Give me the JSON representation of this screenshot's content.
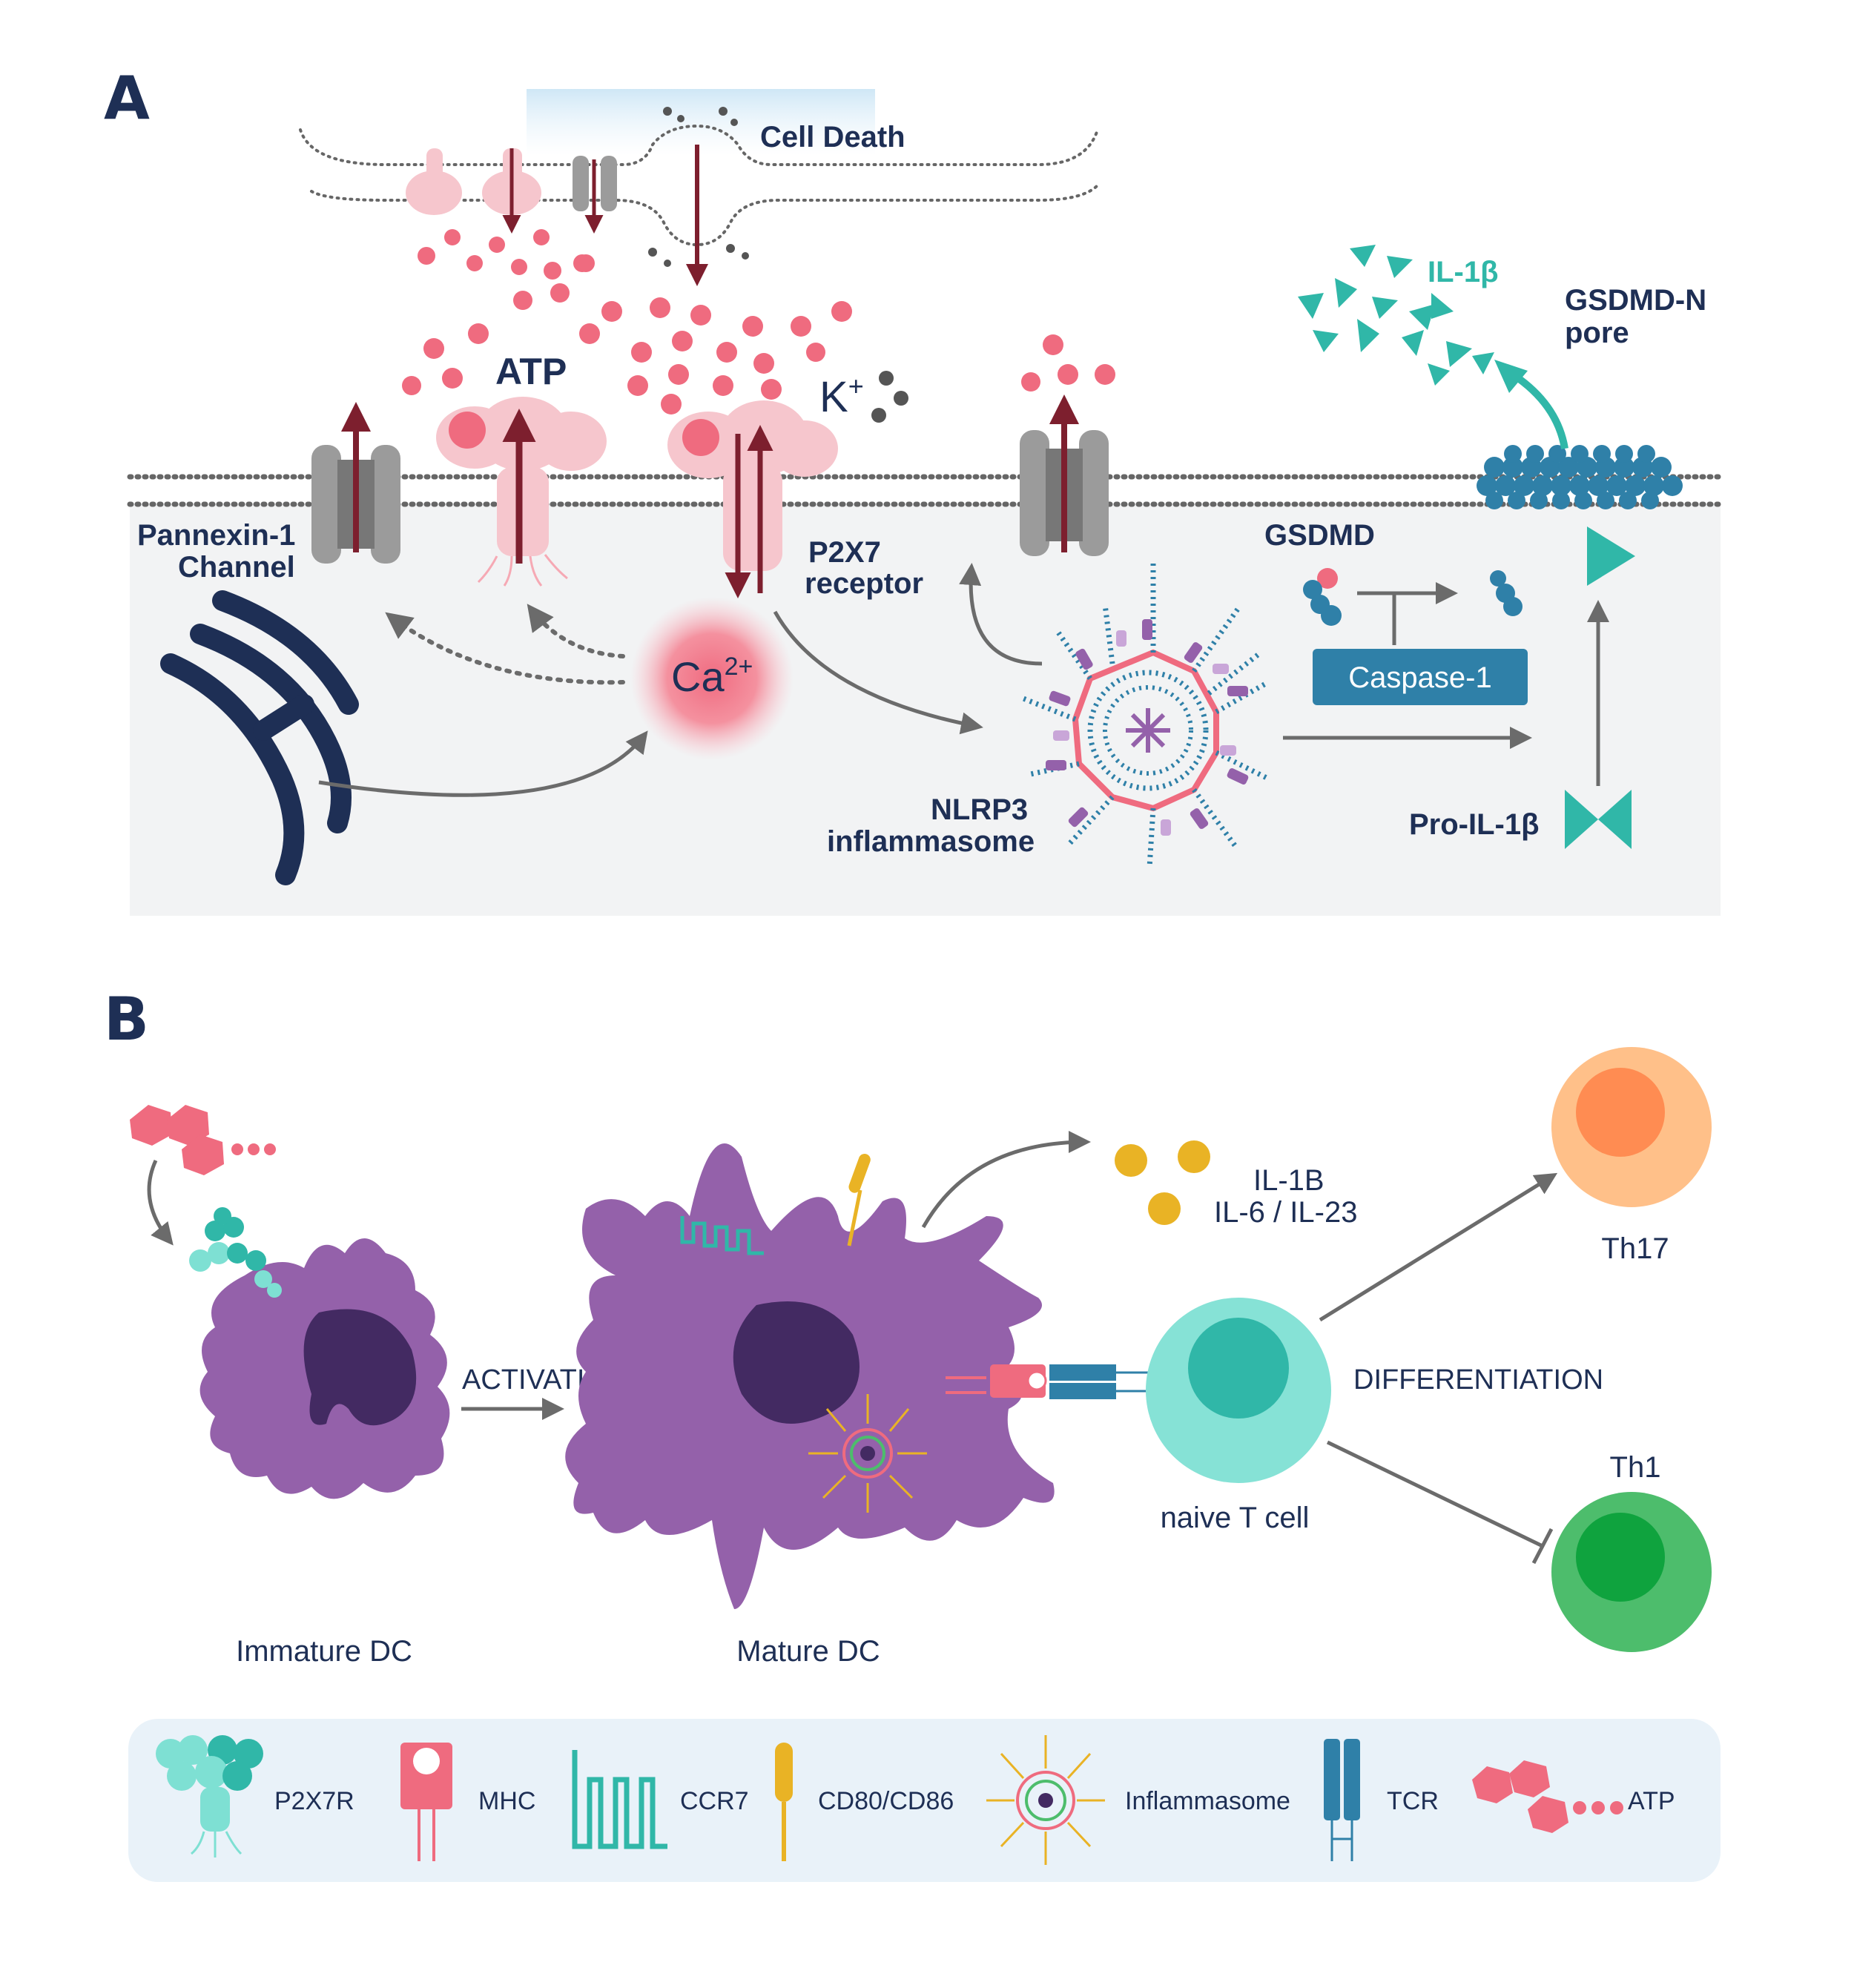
{
  "panels": {
    "a": {
      "letter": "A",
      "labels": {
        "cell_death": "Cell Death",
        "atp": "ATP",
        "k_base": "K",
        "k_sup": "+",
        "il1b": "IL-1β",
        "gsdmd_n_line1": "GSDMD-N",
        "gsdmd_n_line2": "pore",
        "pannexin_line1": "Pannexin-1",
        "pannexin_line2": "Channel",
        "p2x7_line1": "P2X7",
        "p2x7_line2": "receptor",
        "gsdmd": "GSDMD",
        "ca_base": "Ca",
        "ca_sup": "2+",
        "caspase": "Caspase-1",
        "nlrp3_line1": "NLRP3",
        "nlrp3_line2": "inflammasome",
        "pro_il1b": "Pro-IL-1β"
      }
    },
    "b": {
      "letter": "B",
      "labels": {
        "activation": "ACTIVATION",
        "il1b": "IL-1B",
        "il6_il23": "IL-6 / IL-23",
        "th17": "Th17",
        "th1": "Th1",
        "differentiation": "DIFFERENTIATION",
        "naive_t": "naive T cell",
        "immature_dc": "Immature DC",
        "mature_dc": "Mature DC"
      }
    }
  },
  "legend": {
    "items": [
      {
        "label": "P2X7R"
      },
      {
        "label": "MHC"
      },
      {
        "label": "CCR7"
      },
      {
        "label": "CD80/CD86"
      },
      {
        "label": "Inflammasome"
      },
      {
        "label": "TCR"
      },
      {
        "label": "ATP"
      }
    ]
  },
  "colors": {
    "navy": "#1e2f55",
    "atp_pink": "#ef6b7f",
    "arrow_maroon": "#7d1f2e",
    "teal": "#30b7a8",
    "blue": "#2f80a8",
    "purple_dc": "#9461aa",
    "nucleus_dark": "#432a62",
    "orange_th17": "#ffc089",
    "green_th1": "#4dbd6c",
    "yellow": "#e9b325",
    "cell_bg": "#f2f3f4",
    "legend_bg": "#e9f2f9"
  }
}
